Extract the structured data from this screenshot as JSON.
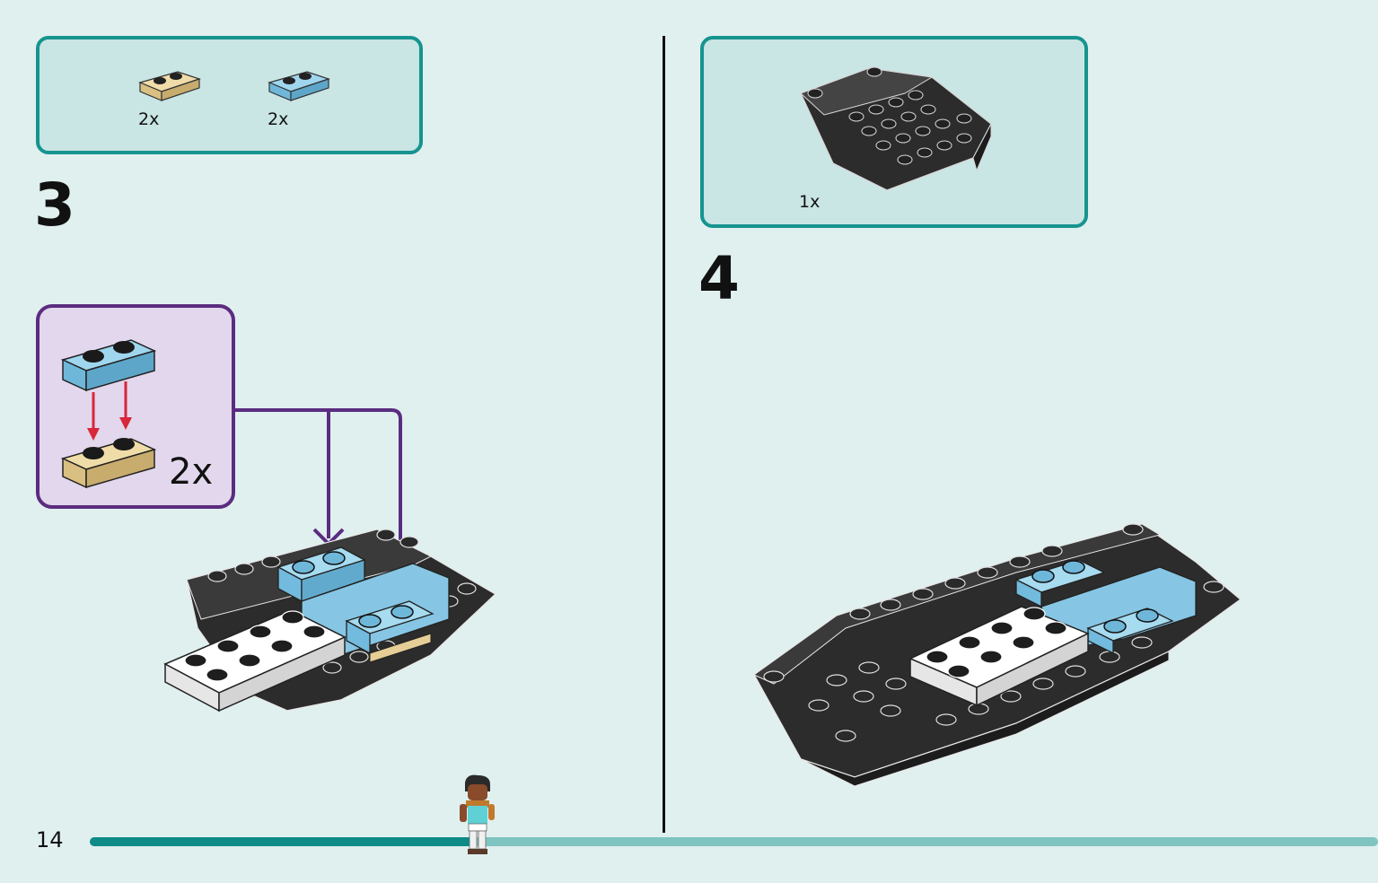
{
  "page": {
    "number": "14",
    "progress": 0.3
  },
  "step3": {
    "number": "3",
    "parts": [
      {
        "name": "tan 1x2 plate",
        "qty": "2x",
        "color": "#e6cf96"
      },
      {
        "name": "light blue 1x2 plate",
        "qty": "2x",
        "color": "#7ec4e4"
      }
    ],
    "subassembly_qty": "2x"
  },
  "step4": {
    "number": "4",
    "parts": [
      {
        "name": "black wedge bow piece",
        "qty": "1x",
        "color": "#2a2a2a"
      }
    ]
  },
  "colors": {
    "background": "#e0f0ef",
    "parts_box_border": "#16948f",
    "parts_box_fill": "#c9e5e4",
    "subassembly_border": "#5b2c80",
    "subassembly_fill": "#e2d7ec",
    "progress_done": "#0e8b87",
    "progress_todo": "#7fc4c1"
  }
}
